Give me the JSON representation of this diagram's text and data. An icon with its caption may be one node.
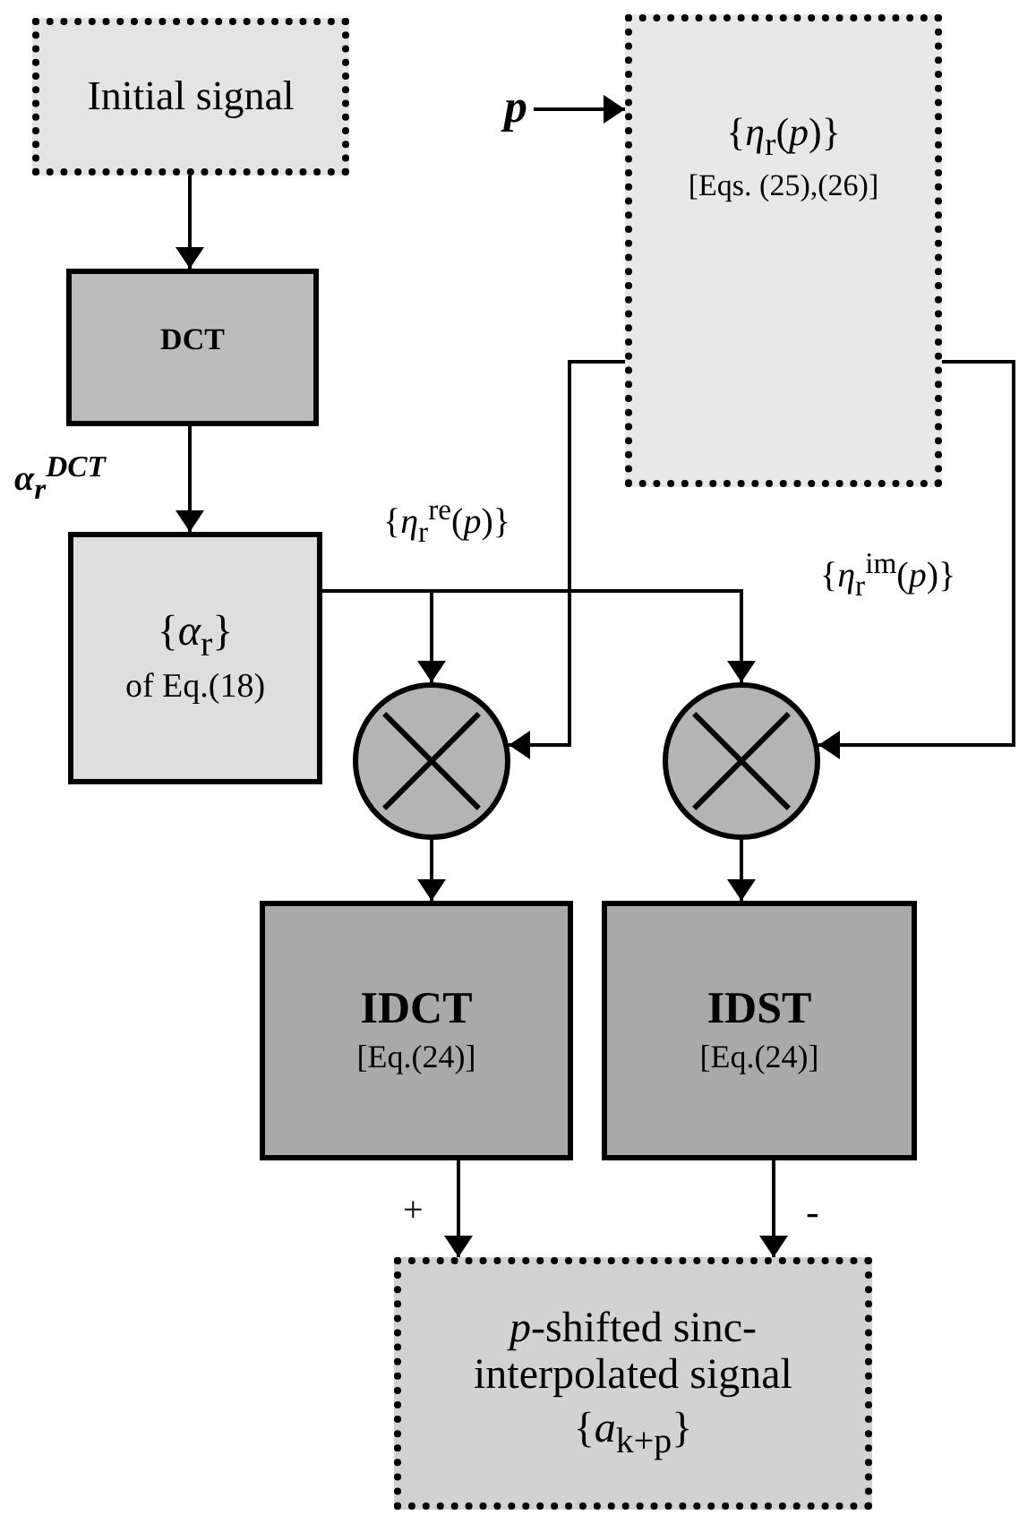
{
  "diagram": {
    "nodes": [
      {
        "text": [
          "Initial signal"
        ]
      },
      {
        "text": [
          "DCT"
        ]
      },
      {
        "text": [
          "{*α*$_{r}$}",
          "of Eq.(18)"
        ]
      },
      {
        "text": [
          "{*η*$_{r}$(*p*)}",
          "[Eqs. (25),(26)]"
        ]
      },
      {
        "text": [
          "*p*"
        ]
      },
      {
        "text": [],
        "shape": "circle"
      },
      {
        "text": [],
        "shape": "circle"
      },
      {
        "text": [
          "IDCT",
          "[Eq.(24)]"
        ]
      },
      {
        "text": [
          "IDST",
          "[Eq.(24)]"
        ]
      },
      {
        "text": [
          "*p*-shifted sinc-interpolated signal",
          "{*a*$_{k+p}$}"
        ]
      }
    ],
    "edges": [
      {
        "from": 0,
        "to": 1,
        "arrow": "to"
      },
      {
        "from": 1,
        "to": 2,
        "arrow": "to",
        "label": "*α*$_{r}$$^{DCT}$"
      },
      {
        "from": 2,
        "to": 5,
        "arrow": "to"
      },
      {
        "from": 2,
        "to": 6,
        "arrow": "to"
      },
      {
        "from": 4,
        "to": 3,
        "arrow": "to"
      },
      {
        "from": 3,
        "to": 5,
        "arrow": "to",
        "label": "{*η*$_{r}$$^{re}$(*p*)}"
      },
      {
        "from": 3,
        "to": 6,
        "arrow": "to",
        "label": "{*η*$_{r}$$^{im}$(*p*)}"
      },
      {
        "from": 5,
        "to": 7,
        "arrow": "to"
      },
      {
        "from": 6,
        "to": 8,
        "arrow": "to"
      },
      {
        "from": 7,
        "to": 9,
        "arrow": "to",
        "label": "+"
      },
      {
        "from": 8,
        "to": 9,
        "arrow": "to",
        "label": "-"
      }
    ]
  }
}
